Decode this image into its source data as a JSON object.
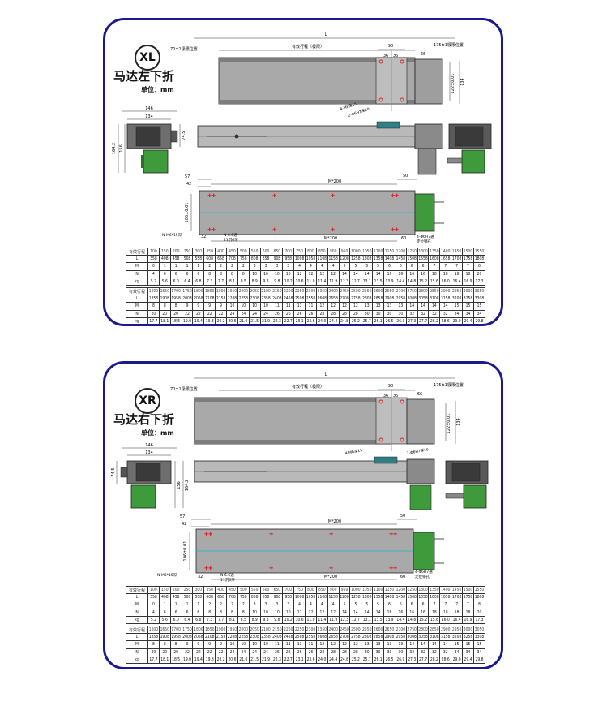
{
  "panels": [
    {
      "id": "xl",
      "badge": "XL",
      "title": "马达左下折",
      "unit": "单位：mm",
      "dims": {
        "L": "L",
        "limit_left": "70±1极限位置",
        "stroke": "有效行程（极限）",
        "d90": "90",
        "d36a": "36",
        "d36b": "36",
        "d66": "66",
        "limit_right": "175±1极限位置",
        "d122": "122±0.01",
        "d134": "134",
        "holes": "4-M6深15",
        "pins": "2-Φ6H7深10",
        "w146": "146",
        "w134": "134",
        "h164": "164.2",
        "h156": "156",
        "h745": "74.5",
        "d57": "57",
        "d42": "42",
        "m200": "M*200",
        "d50": "50",
        "d106": "106±0.01",
        "nm6": "N-M6*15深",
        "d32": "32",
        "n66": "N-6.6通",
        "n66b": "11沉6深",
        "m200b": "M*200",
        "d60": "60",
        "pin_b": "4-Φ6H7通",
        "pin_b2": "定位销孔"
      },
      "table": {
        "rows_a": [
          [
            "有效行程",
            "100",
            "150",
            "200",
            "250",
            "300",
            "350",
            "400",
            "450",
            "500",
            "550",
            "600",
            "650",
            "700",
            "750",
            "800",
            "850",
            "900",
            "950",
            "1000",
            "1050",
            "1100",
            "1150",
            "1200",
            "1250",
            "1300",
            "1350",
            "1400",
            "1450",
            "1500",
            "1550"
          ],
          [
            "L",
            "358",
            "408",
            "458",
            "508",
            "558",
            "608",
            "658",
            "708",
            "758",
            "808",
            "858",
            "908",
            "958",
            "1008",
            "1058",
            "1108",
            "1158",
            "1208",
            "1258",
            "1308",
            "1358",
            "1408",
            "1458",
            "1508",
            "1558",
            "1608",
            "1658",
            "1708",
            "1758",
            "1808"
          ],
          [
            "M",
            "0",
            "1",
            "1",
            "1",
            "1",
            "2",
            "2",
            "2",
            "2",
            "3",
            "3",
            "3",
            "3",
            "4",
            "4",
            "4",
            "4",
            "5",
            "5",
            "5",
            "5",
            "6",
            "6",
            "6",
            "6",
            "7",
            "7",
            "7",
            "7",
            "8"
          ],
          [
            "N",
            "4",
            "6",
            "6",
            "6",
            "6",
            "8",
            "8",
            "8",
            "8",
            "10",
            "10",
            "10",
            "10",
            "12",
            "12",
            "12",
            "12",
            "14",
            "14",
            "14",
            "14",
            "16",
            "16",
            "16",
            "16",
            "18",
            "18",
            "18",
            "18",
            "20"
          ],
          [
            "kg",
            "5.2",
            "5.6",
            "6.0",
            "6.4",
            "6.8",
            "7.3",
            "7.7",
            "8.1",
            "8.5",
            "8.9",
            "9.3",
            "9.8",
            "10.2",
            "10.6",
            "11.0",
            "11.4",
            "11.9",
            "12.3",
            "12.7",
            "13.1",
            "13.5",
            "13.9",
            "14.4",
            "14.8",
            "15.2",
            "15.6",
            "16.0",
            "16.4",
            "16.9",
            "17.3"
          ]
        ],
        "rows_b": [
          [
            "有效行程",
            "1600",
            "1650",
            "1700",
            "1750",
            "1800",
            "1850",
            "1900",
            "1950",
            "2000",
            "2050",
            "2100",
            "2150",
            "2200",
            "2250",
            "2300",
            "2350",
            "2400",
            "2450",
            "2500",
            "2550",
            "2600",
            "2650",
            "2700",
            "2750",
            "2800",
            "2850",
            "2900",
            "2950",
            "3000",
            "3050"
          ],
          [
            "L",
            "1858",
            "1908",
            "1958",
            "2008",
            "2058",
            "2108",
            "2158",
            "2208",
            "2258",
            "2308",
            "2358",
            "2408",
            "2458",
            "2508",
            "2558",
            "2608",
            "2658",
            "2708",
            "2758",
            "2808",
            "2858",
            "2908",
            "2958",
            "3008",
            "3058",
            "3108",
            "3158",
            "3208",
            "3258",
            "3308"
          ],
          [
            "M",
            "8",
            "8",
            "8",
            "9",
            "9",
            "9",
            "9",
            "10",
            "10",
            "10",
            "10",
            "11",
            "11",
            "11",
            "11",
            "12",
            "12",
            "12",
            "12",
            "13",
            "13",
            "13",
            "13",
            "14",
            "14",
            "14",
            "14",
            "15",
            "15",
            "15"
          ],
          [
            "N",
            "20",
            "20",
            "20",
            "22",
            "22",
            "22",
            "22",
            "24",
            "24",
            "24",
            "24",
            "26",
            "26",
            "26",
            "26",
            "28",
            "28",
            "28",
            "28",
            "30",
            "30",
            "30",
            "30",
            "32",
            "32",
            "32",
            "32",
            "34",
            "34",
            "34"
          ],
          [
            "kg",
            "17.7",
            "18.1",
            "18.5",
            "19.0",
            "19.4",
            "19.8",
            "20.2",
            "20.6",
            "21.0",
            "21.5",
            "21.9",
            "22.3",
            "22.7",
            "23.1",
            "23.6",
            "24.0",
            "24.4",
            "24.8",
            "25.2",
            "25.7",
            "26.1",
            "26.5",
            "26.9",
            "27.3",
            "27.7",
            "28.2",
            "28.6",
            "29.0",
            "29.4",
            "29.8"
          ]
        ]
      }
    },
    {
      "id": "xr",
      "badge": "XR",
      "title": "马达右下折",
      "unit": "单位：mm",
      "dims": {
        "L": "L",
        "limit_left": "70±1极限位置",
        "stroke": "有效行程（极限）",
        "d90": "90",
        "d36a": "36",
        "d36b": "36",
        "d66": "66",
        "limit_right": "175±1极限位置",
        "d122": "122±0.01",
        "d134": "134",
        "holes": "4-M6深15",
        "pins": "2-Φ6H7深10",
        "w146": "146",
        "w134": "134",
        "h164": "164.2",
        "h156": "156",
        "h745": "74.5",
        "d57": "57",
        "d42": "42",
        "m200": "M*200",
        "d50": "50",
        "d106": "106±0.01",
        "nm6": "N-M6*15深",
        "d32": "32",
        "n66": "N-6.6通",
        "n66b": "11沉6深",
        "m200b": "M*200",
        "d60": "60",
        "pin_b": "4-Φ6H7通",
        "pin_b2": "定位销孔"
      },
      "table": {
        "rows_a": [
          [
            "有效行程",
            "100",
            "150",
            "200",
            "250",
            "300",
            "350",
            "400",
            "450",
            "500",
            "550",
            "600",
            "650",
            "700",
            "750",
            "800",
            "850",
            "900",
            "950",
            "1000",
            "1050",
            "1100",
            "1150",
            "1200",
            "1250",
            "1300",
            "1350",
            "1400",
            "1450",
            "1500",
            "1550"
          ],
          [
            "L",
            "358",
            "408",
            "458",
            "508",
            "558",
            "608",
            "658",
            "708",
            "758",
            "808",
            "858",
            "908",
            "958",
            "1008",
            "1058",
            "1108",
            "1158",
            "1208",
            "1258",
            "1308",
            "1358",
            "1408",
            "1458",
            "1508",
            "1558",
            "1608",
            "1658",
            "1708",
            "1758",
            "1808"
          ],
          [
            "M",
            "0",
            "1",
            "1",
            "1",
            "1",
            "2",
            "2",
            "2",
            "2",
            "3",
            "3",
            "3",
            "3",
            "4",
            "4",
            "4",
            "4",
            "5",
            "5",
            "5",
            "5",
            "6",
            "6",
            "6",
            "6",
            "7",
            "7",
            "7",
            "7",
            "8"
          ],
          [
            "N",
            "4",
            "6",
            "6",
            "6",
            "6",
            "8",
            "8",
            "8",
            "8",
            "10",
            "10",
            "10",
            "10",
            "12",
            "12",
            "12",
            "12",
            "14",
            "14",
            "14",
            "14",
            "16",
            "16",
            "16",
            "16",
            "18",
            "18",
            "18",
            "18",
            "20"
          ],
          [
            "kg",
            "5.2",
            "5.6",
            "6.0",
            "6.4",
            "6.8",
            "7.3",
            "7.7",
            "8.1",
            "8.5",
            "8.9",
            "9.3",
            "9.8",
            "10.2",
            "10.6",
            "11.0",
            "11.4",
            "11.9",
            "12.3",
            "12.7",
            "13.1",
            "13.5",
            "13.9",
            "14.4",
            "14.8",
            "15.2",
            "15.6",
            "16.0",
            "16.4",
            "16.9",
            "17.3"
          ]
        ],
        "rows_b": [
          [
            "有效行程",
            "1600",
            "1650",
            "1700",
            "1750",
            "1800",
            "1850",
            "1900",
            "1950",
            "2000",
            "2050",
            "2100",
            "2150",
            "2200",
            "2250",
            "2300",
            "2350",
            "2400",
            "2450",
            "2500",
            "2550",
            "2600",
            "2650",
            "2700",
            "2750",
            "2800",
            "2850",
            "2900",
            "2950",
            "3000",
            "3050"
          ],
          [
            "L",
            "1858",
            "1908",
            "1958",
            "2008",
            "2058",
            "2108",
            "2158",
            "2208",
            "2258",
            "2308",
            "2358",
            "2408",
            "2458",
            "2508",
            "2558",
            "2608",
            "2658",
            "2708",
            "2758",
            "2808",
            "2858",
            "2908",
            "2958",
            "3008",
            "3058",
            "3108",
            "3158",
            "3208",
            "3258",
            "3308"
          ],
          [
            "M",
            "8",
            "8",
            "8",
            "9",
            "9",
            "9",
            "9",
            "10",
            "10",
            "10",
            "10",
            "11",
            "11",
            "11",
            "11",
            "12",
            "12",
            "12",
            "12",
            "13",
            "13",
            "13",
            "13",
            "14",
            "14",
            "14",
            "14",
            "15",
            "15",
            "15"
          ],
          [
            "N",
            "20",
            "20",
            "20",
            "22",
            "22",
            "22",
            "22",
            "24",
            "24",
            "24",
            "24",
            "26",
            "26",
            "26",
            "26",
            "28",
            "28",
            "28",
            "28",
            "30",
            "30",
            "30",
            "30",
            "32",
            "32",
            "32",
            "32",
            "34",
            "34",
            "34"
          ],
          [
            "kg",
            "17.7",
            "18.1",
            "18.5",
            "19.0",
            "19.4",
            "19.8",
            "20.2",
            "20.6",
            "21.0",
            "21.5",
            "21.9",
            "22.3",
            "22.7",
            "23.1",
            "23.6",
            "24.0",
            "24.4",
            "24.8",
            "25.2",
            "25.7",
            "26.1",
            "26.5",
            "26.9",
            "27.3",
            "27.7",
            "28.2",
            "28.6",
            "29.0",
            "29.4",
            "29.8"
          ]
        ]
      }
    }
  ],
  "colors": {
    "frame": "#1a1a8c",
    "body": "#a9a9a9",
    "motor": "#3e9a3a",
    "slider": "#2f7f86",
    "centerline": "#17b6d6",
    "marker": "#d8262c"
  }
}
